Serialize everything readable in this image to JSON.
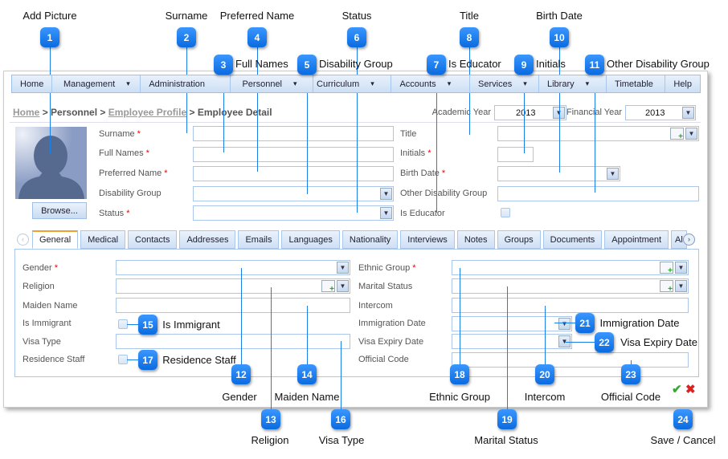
{
  "nav": [
    "Home",
    "Management",
    "Administration",
    "Personnel",
    "Curriculum",
    "Accounts",
    "Services",
    "Library",
    "Timetable",
    "Help"
  ],
  "breadcrumb": {
    "home": "Home",
    "sep": ">",
    "personnel": "Personnel",
    "profile": "Employee Profile",
    "current": "Employee Detail"
  },
  "years": {
    "academic_label": "Academic Year",
    "academic_value": "2013",
    "financial_label": "Financial Year",
    "financial_value": "2013"
  },
  "browse": "Browse...",
  "form_left": [
    "Surname",
    "Full Names",
    "Preferred Name",
    "Disability Group",
    "Status"
  ],
  "form_right": [
    "Title",
    "Initials",
    "Birth Date",
    "Other Disability Group",
    "Is Educator"
  ],
  "tabs": [
    "General",
    "Medical",
    "Contacts",
    "Addresses",
    "Emails",
    "Languages",
    "Nationality",
    "Interviews",
    "Notes",
    "Groups",
    "Documents",
    "Appointment",
    "Al"
  ],
  "general_left": [
    "Gender",
    "Religion",
    "Maiden Name",
    "Is Immigrant",
    "Visa Type",
    "Residence Staff"
  ],
  "general_right": [
    "Ethnic Group",
    "Marital Status",
    "Intercom",
    "Immigration Date",
    "Visa Expiry Date",
    "Official Code"
  ],
  "callouts": {
    "c1": "Add Picture",
    "c2": "Surname",
    "c3": "Full Names",
    "c4": "Preferred Name",
    "c5": "Disability Group",
    "c6": "Status",
    "c7": "Is Educator",
    "c8": "Title",
    "c9": "Initials",
    "c10": "Birth Date",
    "c11": "Other Disability Group",
    "c12": "Gender",
    "c13": "Religion",
    "c14": "Maiden Name",
    "c15": "Is Immigrant",
    "c16": "Visa Type",
    "c17": "Residence Staff",
    "c18": "Ethnic Group",
    "c19": "Marital Status",
    "c20": "Intercom",
    "c21": "Immigration Date",
    "c22": "Visa Expiry Date",
    "c23": "Official Code",
    "c24": "Save / Cancel"
  },
  "numbers": [
    "1",
    "2",
    "3",
    "4",
    "5",
    "6",
    "7",
    "8",
    "9",
    "10",
    "11",
    "12",
    "13",
    "14",
    "15",
    "16",
    "17",
    "18",
    "19",
    "20",
    "21",
    "22",
    "23",
    "24"
  ]
}
